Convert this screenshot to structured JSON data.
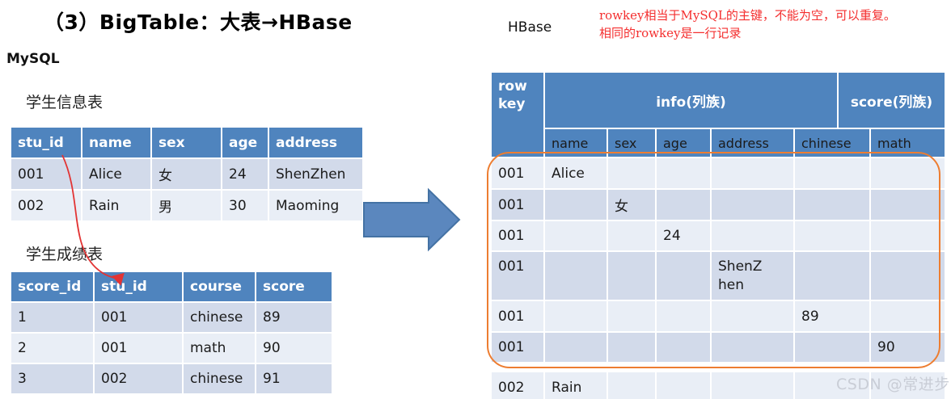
{
  "title": "（3）BigTable：大表→HBase",
  "mysql_label": "MySQL",
  "hbase_label": "HBase",
  "annotation": {
    "line1": "rowkey相当于MySQL的主键，不能为空，可以重复。",
    "line2": "相同的rowkey是一行记录"
  },
  "info_table": {
    "caption": "学生信息表",
    "headers": [
      "stu_id",
      "name",
      "sex",
      "age",
      "address"
    ],
    "rows": [
      [
        "001",
        "Alice",
        "女",
        "24",
        "ShenZhen"
      ],
      [
        "002",
        "Rain",
        "男",
        "30",
        "Maoming"
      ]
    ]
  },
  "score_table": {
    "caption": "学生成绩表",
    "headers": [
      "score_id",
      "stu_id",
      "course",
      "score"
    ],
    "rows": [
      [
        "1",
        "001",
        "chinese",
        "89"
      ],
      [
        "2",
        "001",
        "math",
        "90"
      ],
      [
        "3",
        "002",
        "chinese",
        "91"
      ]
    ]
  },
  "hbase_table": {
    "rowkey_header": "rowkey",
    "family_headers": [
      "info(列族)",
      "score(列族)"
    ],
    "column_headers": [
      "name",
      "sex",
      "age",
      "address",
      "chinese",
      "math"
    ],
    "rows": [
      [
        "001",
        "Alice",
        "",
        "",
        "",
        "",
        ""
      ],
      [
        "001",
        "",
        "女",
        "",
        "",
        "",
        ""
      ],
      [
        "001",
        "",
        "",
        "24",
        "",
        "",
        ""
      ],
      [
        "001",
        "",
        "",
        "",
        "ShenZhen",
        "",
        ""
      ],
      [
        "001",
        "",
        "",
        "",
        "",
        "89",
        ""
      ],
      [
        "001",
        "",
        "",
        "",
        "",
        "",
        "90"
      ],
      [
        "002",
        "Rain",
        "",
        "",
        "",
        "",
        ""
      ]
    ]
  },
  "watermark": "CSDN @常进步",
  "colors": {
    "header_blue": "#4f84be",
    "row_dark": "#d2daea",
    "row_light": "#e9eef6",
    "arrow_fill": "#5b87be",
    "arrow_stroke": "#4472a4",
    "annotation_red": "#f42f2f",
    "highlight_orange": "#ed7d31",
    "watermark_gray": "#c9cdd6"
  }
}
